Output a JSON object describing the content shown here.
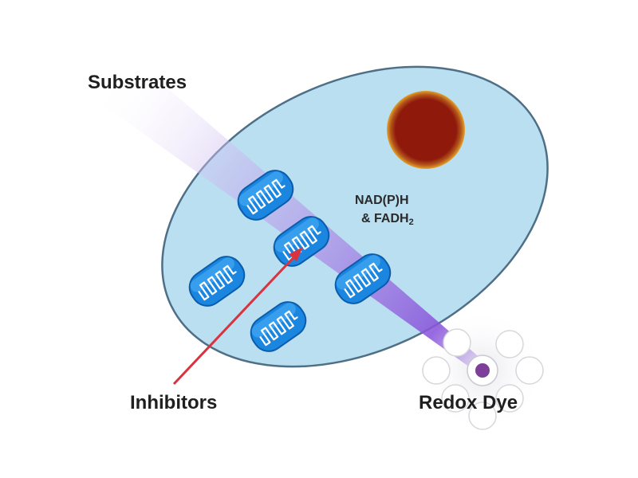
{
  "labels": {
    "substrates": "Substrates",
    "inhibitors": "Inhibitors",
    "redox_dye": "Redox Dye",
    "nadph": "NAD(P)H",
    "fadh_prefix": "& FADH",
    "fadh_subscript": "2"
  },
  "colors": {
    "cell_fill": "#b9dff0",
    "cell_stroke": "#4f6f86",
    "nucleus": "#8f1a0c",
    "nucleus_rim": "#e3a12b",
    "mitochondria": "#1b86e0",
    "substrate_beam": "#8a52d6",
    "inhibitor_arrow": "#d8333f",
    "dye": "#7d3f9a"
  }
}
